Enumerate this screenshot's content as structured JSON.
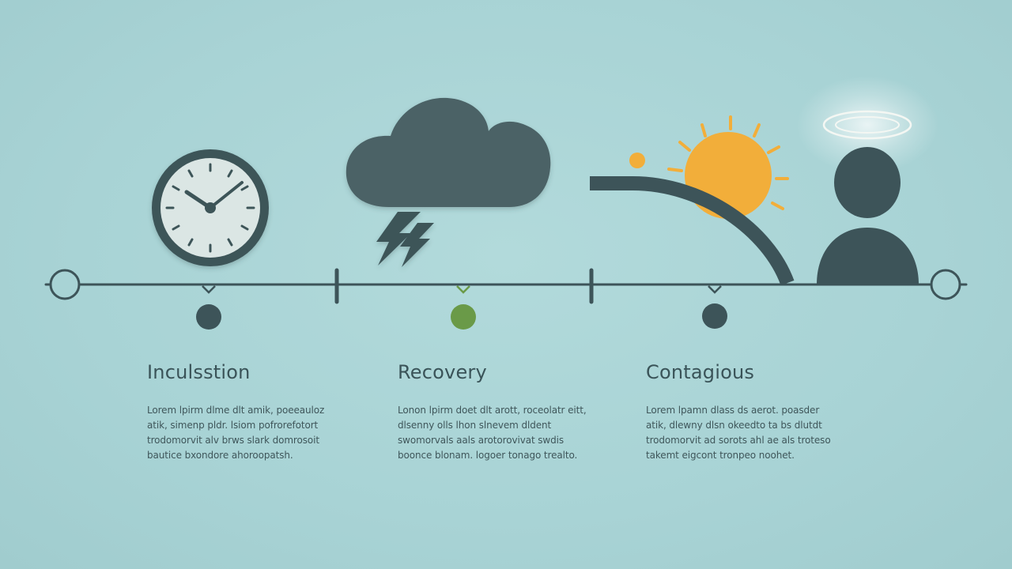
{
  "stages": [
    {
      "title": "Inculsstion",
      "description": "Lorem lpirm dlme dlt amik, poeeauloz atik, simenp pldr. lsiom pofrorefotort trodomorvit alv brws slark domrosoit bautice bxondore ahoroopatsh.",
      "marker_color": "#3d5459",
      "icon": "clock-icon"
    },
    {
      "title": "Recovery",
      "description": "Lonon lpirm doet dlt arott, roceolatr eitt, dlsenny olls lhon slnevem dldent swomorvals aals arotorovivat swdis boonce blonam. logoer tonago trealto.",
      "marker_color": "#6a9a48",
      "icon": "storm-cloud-icon"
    },
    {
      "title": "Contagious",
      "description": "Lorem lpamn dlass ds aerot. poasder atik, dlewny dlsn okeedto ta bs dlutdt trodomorvit ad sorots ahl ae als troteso takemt eigcont tronpeo noohet.",
      "marker_color": "#3d5459",
      "icon": "sun-person-icon"
    }
  ],
  "colors": {
    "background": "#a8d3d5",
    "dark": "#3d5459",
    "sun": "#f2ae3a",
    "green_marker": "#6a9a48"
  }
}
